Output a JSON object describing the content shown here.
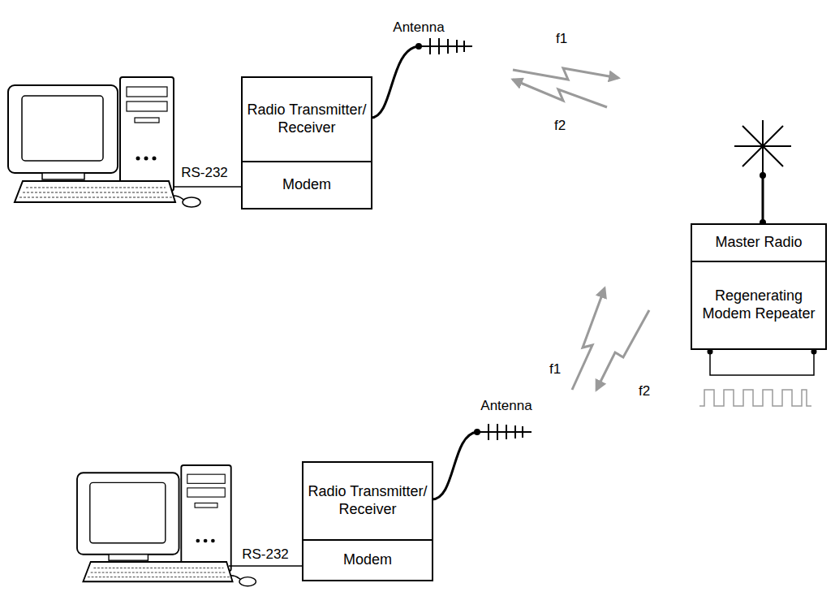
{
  "diagram": {
    "nodes": [
      {
        "text": [
          "Radio Transmitter/ Receiver"
        ]
      },
      {
        "text": [
          "Modem"
        ]
      },
      {
        "text": [
          "Master Radio"
        ]
      },
      {
        "text": [
          "Regenerating Modem Repeater"
        ]
      },
      {
        "text": [
          "Radio Transmitter/ Receiver"
        ]
      },
      {
        "text": [
          "Modem"
        ]
      }
    ],
    "labels": [
      "Antenna",
      "f1",
      "f2",
      "RS-232",
      "f1",
      "f2",
      "Antenna",
      "RS-232"
    ]
  }
}
